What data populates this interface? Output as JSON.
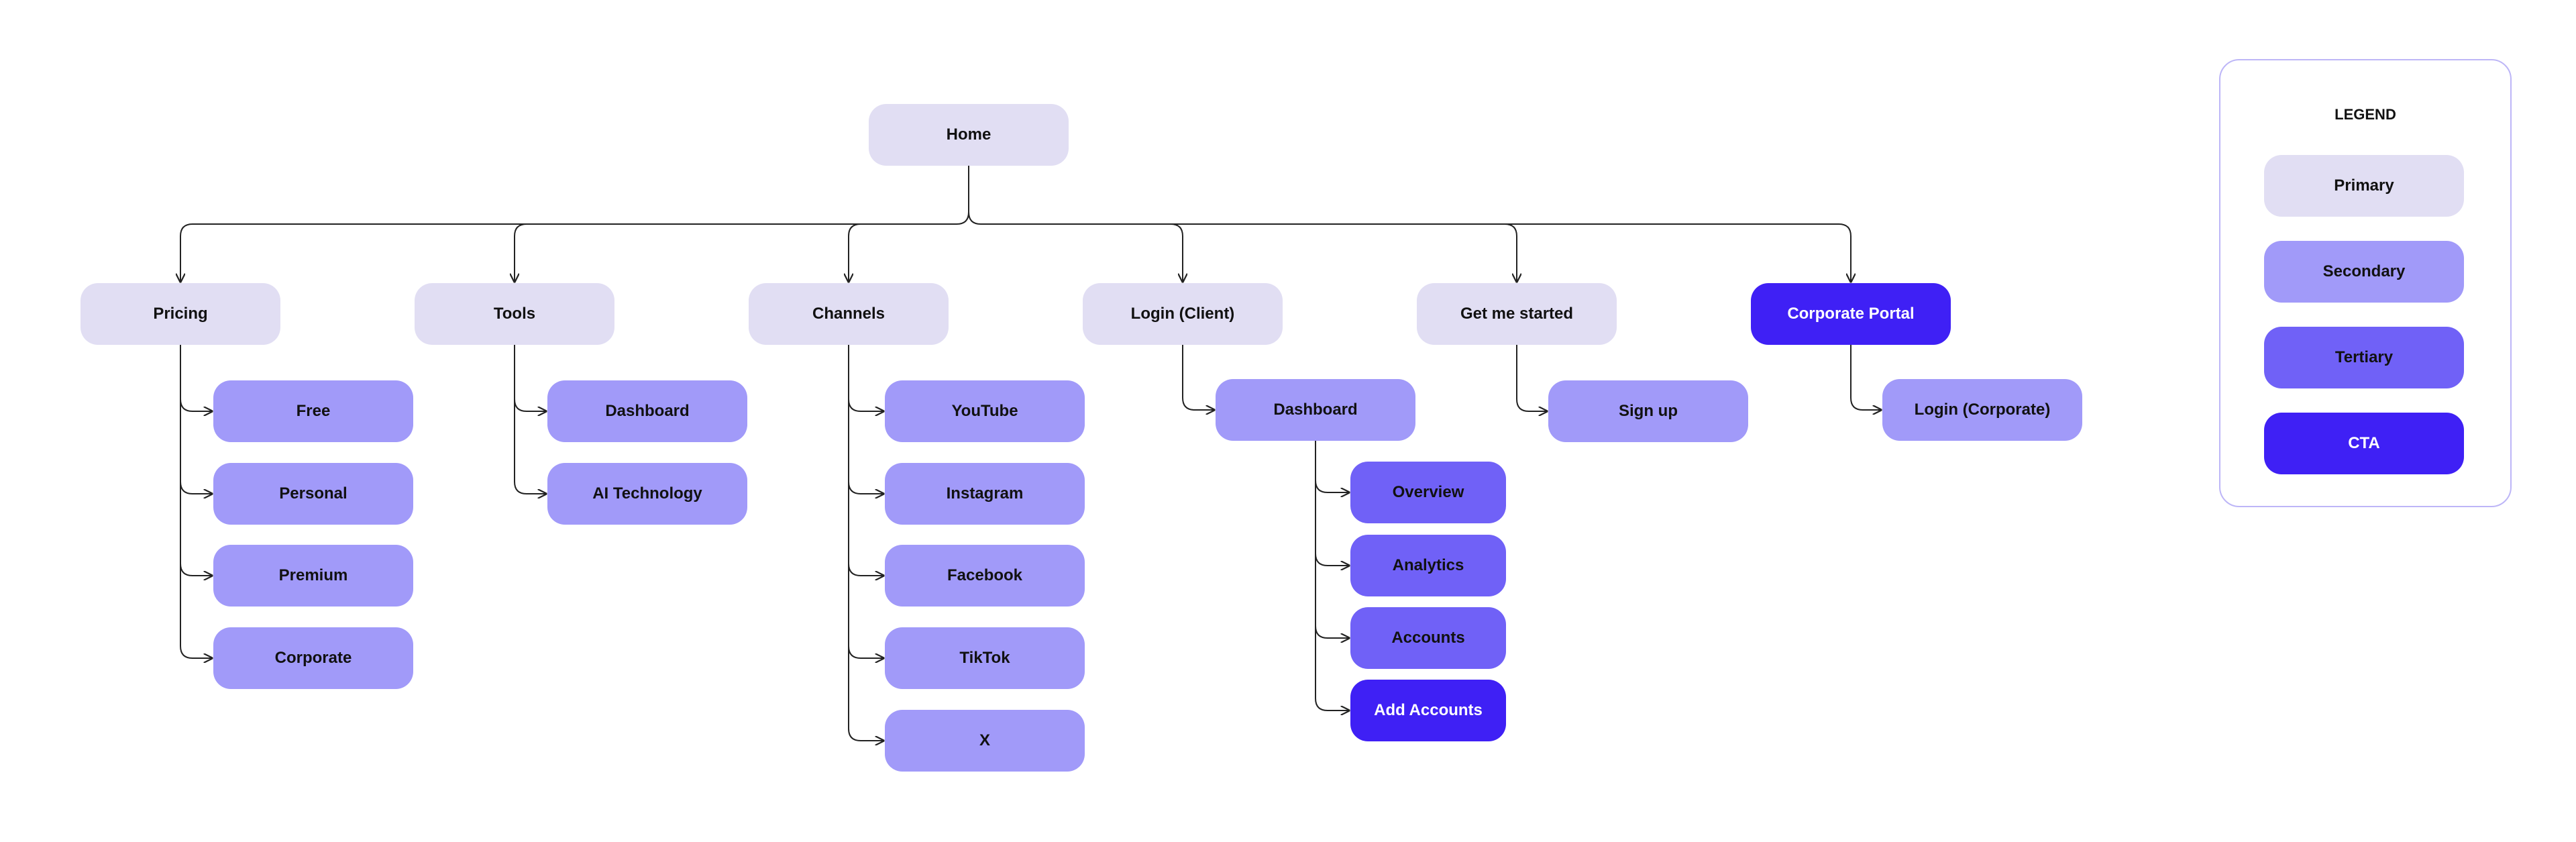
{
  "colors": {
    "primary": "#E1DEF3",
    "secondary": "#A19AF9",
    "tertiary": "#7061F7",
    "cta": "#3F20F5",
    "connector": "#222222",
    "legend_border": "#BDB6F7"
  },
  "sitemap": {
    "home": "Home",
    "pricing": {
      "label": "Pricing",
      "children": [
        "Free",
        "Personal",
        "Premium",
        "Corporate"
      ]
    },
    "tools": {
      "label": "Tools",
      "children": [
        "Dashboard",
        "AI Technology"
      ]
    },
    "channels": {
      "label": "Channels",
      "children": [
        "YouTube",
        "Instagram",
        "Facebook",
        "TikTok",
        "X"
      ]
    },
    "login_client": {
      "label": "Login (Client)",
      "dashboard": "Dashboard",
      "dashboard_children": [
        "Overview",
        "Analytics",
        "Accounts",
        "Add Accounts"
      ]
    },
    "get_started": {
      "label": "Get me started",
      "children": [
        "Sign up"
      ]
    },
    "corporate_portal": {
      "label": "Corporate Portal",
      "children": [
        "Login (Corporate)"
      ]
    }
  },
  "legend": {
    "title": "LEGEND",
    "items": [
      "Primary",
      "Secondary",
      "Tertiary",
      "CTA"
    ]
  }
}
